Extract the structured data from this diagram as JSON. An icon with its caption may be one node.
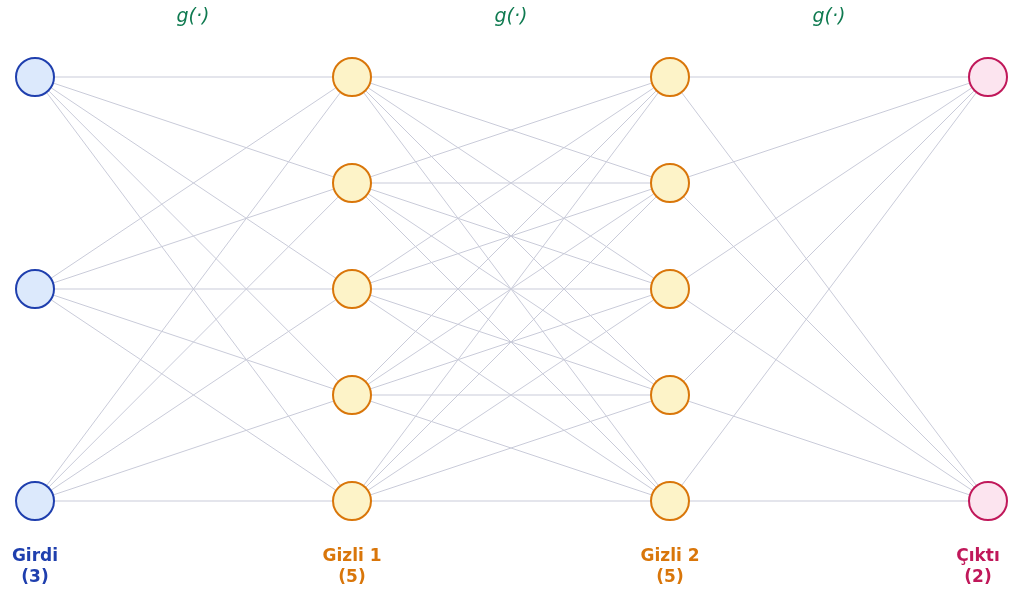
{
  "diagram": {
    "nodes": [
      {
        "text": [],
        "shape": "circle"
      },
      {
        "text": [],
        "shape": "circle"
      },
      {
        "text": [],
        "shape": "circle"
      },
      {
        "text": [],
        "shape": "circle"
      },
      {
        "text": [],
        "shape": "circle"
      },
      {
        "text": [],
        "shape": "circle"
      },
      {
        "text": [],
        "shape": "circle"
      },
      {
        "text": [],
        "shape": "circle"
      },
      {
        "text": [],
        "shape": "circle"
      },
      {
        "text": [],
        "shape": "circle"
      },
      {
        "text": [],
        "shape": "circle"
      },
      {
        "text": [],
        "shape": "circle"
      },
      {
        "text": [],
        "shape": "circle"
      },
      {
        "text": [],
        "shape": "circle"
      },
      {
        "text": [],
        "shape": "circle"
      }
    ],
    "edges": [
      {
        "from": 0,
        "to": 3,
        "arrow": "none"
      },
      {
        "from": 0,
        "to": 4,
        "arrow": "none"
      },
      {
        "from": 0,
        "to": 5,
        "arrow": "none"
      },
      {
        "from": 0,
        "to": 6,
        "arrow": "none"
      },
      {
        "from": 0,
        "to": 7,
        "arrow": "none"
      },
      {
        "from": 1,
        "to": 3,
        "arrow": "none"
      },
      {
        "from": 1,
        "to": 4,
        "arrow": "none"
      },
      {
        "from": 1,
        "to": 5,
        "arrow": "none"
      },
      {
        "from": 1,
        "to": 6,
        "arrow": "none"
      },
      {
        "from": 1,
        "to": 7,
        "arrow": "none"
      },
      {
        "from": 2,
        "to": 3,
        "arrow": "none"
      },
      {
        "from": 2,
        "to": 4,
        "arrow": "none"
      },
      {
        "from": 2,
        "to": 5,
        "arrow": "none"
      },
      {
        "from": 2,
        "to": 6,
        "arrow": "none"
      },
      {
        "from": 2,
        "to": 7,
        "arrow": "none"
      },
      {
        "from": 3,
        "to": 8,
        "arrow": "none"
      },
      {
        "from": 3,
        "to": 9,
        "arrow": "none"
      },
      {
        "from": 3,
        "to": 10,
        "arrow": "none"
      },
      {
        "from": 3,
        "to": 11,
        "arrow": "none"
      },
      {
        "from": 3,
        "to": 12,
        "arrow": "none"
      },
      {
        "from": 4,
        "to": 8,
        "arrow": "none"
      },
      {
        "from": 4,
        "to": 9,
        "arrow": "none"
      },
      {
        "from": 4,
        "to": 10,
        "arrow": "none"
      },
      {
        "from": 4,
        "to": 11,
        "arrow": "none"
      },
      {
        "from": 4,
        "to": 12,
        "arrow": "none"
      },
      {
        "from": 5,
        "to": 8,
        "arrow": "none"
      },
      {
        "from": 5,
        "to": 9,
        "arrow": "none"
      },
      {
        "from": 5,
        "to": 10,
        "arrow": "none"
      },
      {
        "from": 5,
        "to": 11,
        "arrow": "none"
      },
      {
        "from": 5,
        "to": 12,
        "arrow": "none"
      },
      {
        "from": 6,
        "to": 8,
        "arrow": "none"
      },
      {
        "from": 6,
        "to": 9,
        "arrow": "none"
      },
      {
        "from": 6,
        "to": 10,
        "arrow": "none"
      },
      {
        "from": 6,
        "to": 11,
        "arrow": "none"
      },
      {
        "from": 6,
        "to": 12,
        "arrow": "none"
      },
      {
        "from": 7,
        "to": 8,
        "arrow": "none"
      },
      {
        "from": 7,
        "to": 9,
        "arrow": "none"
      },
      {
        "from": 7,
        "to": 10,
        "arrow": "none"
      },
      {
        "from": 7,
        "to": 11,
        "arrow": "none"
      },
      {
        "from": 7,
        "to": 12,
        "arrow": "none"
      },
      {
        "from": 8,
        "to": 13,
        "arrow": "none"
      },
      {
        "from": 8,
        "to": 14,
        "arrow": "none"
      },
      {
        "from": 9,
        "to": 13,
        "arrow": "none"
      },
      {
        "from": 9,
        "to": 14,
        "arrow": "none"
      },
      {
        "from": 10,
        "to": 13,
        "arrow": "none"
      },
      {
        "from": 10,
        "to": 14,
        "arrow": "none"
      },
      {
        "from": 11,
        "to": 13,
        "arrow": "none"
      },
      {
        "from": 11,
        "to": 14,
        "arrow": "none"
      },
      {
        "from": 12,
        "to": 13,
        "arrow": "none"
      },
      {
        "from": 12,
        "to": 14,
        "arrow": "none"
      }
    ],
    "labels": [
      "g(·)",
      "g(·)",
      "g(·)",
      "Girdi (3)",
      "Gizli 1 (5)",
      "Gizli 2 (5)",
      "Çıktı (2)"
    ]
  }
}
